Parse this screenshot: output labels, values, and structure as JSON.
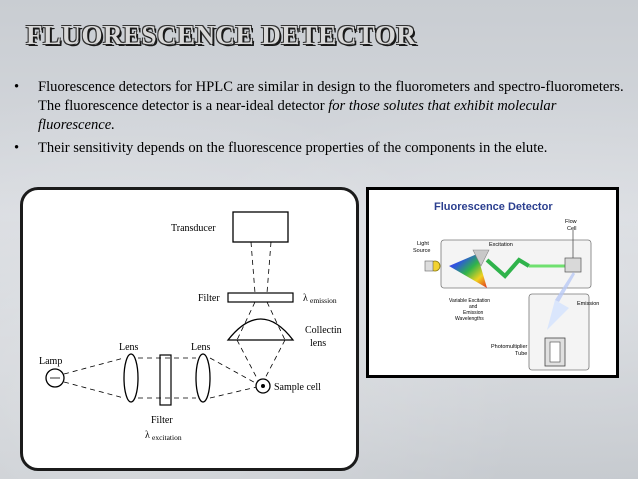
{
  "slide": {
    "title": "FLUORESCENCE  DETECTOR",
    "bullets": [
      {
        "text": "Fluorescence detectors for HPLC are similar in design to the fluorometers and spectro-fluorometers. The fluorescence detector is a near-ideal detector ",
        "italic": "for those solutes that exhibit molecular fluorescence."
      },
      {
        "text": "Their sensitivity depends on the fluorescence properties of the components in the elute.",
        "italic": ""
      }
    ],
    "bullet_glyph": "•"
  },
  "left_diagram": {
    "transducer": "Transducer",
    "filter": "Filter",
    "lambda_emission_symbol": "λ",
    "emission_sub": "emission",
    "collecting_line1": "Collectin",
    "collecting_line2": "lens",
    "lamp": "Lamp",
    "lens_left": "Lens",
    "lens_right": "Lens",
    "sample_cell": "Sample cell",
    "filter_bottom": "Filter",
    "lambda_excitation_symbol": "λ",
    "excitation_sub": "excitation"
  },
  "right_diagram": {
    "title": "Fluorescence  Detector",
    "light_source_line1": "Light",
    "light_source_line2": "Source",
    "excitation": "Excitation",
    "flow_line1": "Flow",
    "flow_line2": "Cell",
    "variable_line1": "Variable Excitation",
    "variable_line2": "and",
    "variable_line3": "Emission",
    "variable_line4": "Wavelengths",
    "emission": "Emission",
    "pmt_line1": "Photomultiplier",
    "pmt_line2": "Tube",
    "title_color": "#2b3f8f"
  }
}
